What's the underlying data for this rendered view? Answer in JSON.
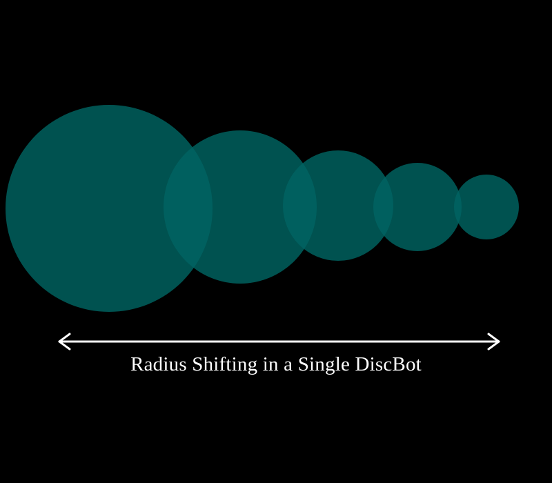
{
  "diagram": {
    "caption": "Radius Shifting in a Single DiscBot",
    "disc_count": 5,
    "colors": {
      "background": "#000000",
      "disc_fill": "#005250",
      "disc_overlap": "#00605F",
      "arrow": "#ffffff",
      "caption_text": "#ffffff"
    },
    "arrow": {
      "direction": "double-headed horizontal",
      "icon": "double-arrow-icon"
    }
  }
}
